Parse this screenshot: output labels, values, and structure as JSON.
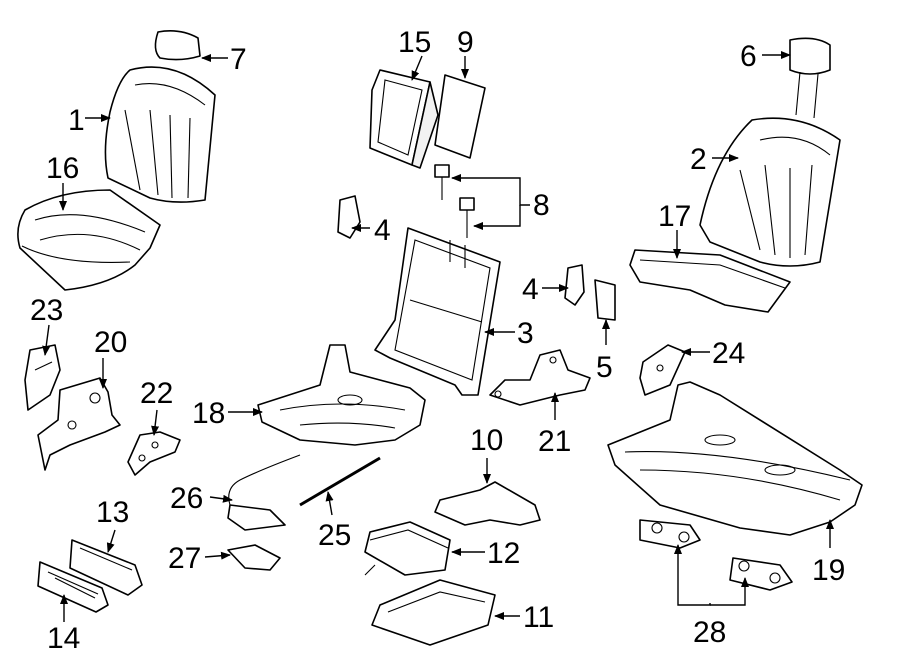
{
  "callouts": {
    "c1": "1",
    "c2": "2",
    "c3": "3",
    "c4a": "4",
    "c4b": "4",
    "c5": "5",
    "c6": "6",
    "c7": "7",
    "c8": "8",
    "c9": "9",
    "c10": "10",
    "c11": "11",
    "c12": "12",
    "c13": "13",
    "c14": "14",
    "c15": "15",
    "c16": "16",
    "c17": "17",
    "c18": "18",
    "c19": "19",
    "c20": "20",
    "c21": "21",
    "c22": "22",
    "c23": "23",
    "c24": "24",
    "c25": "25",
    "c26": "26",
    "c27": "27",
    "c28": "28"
  }
}
